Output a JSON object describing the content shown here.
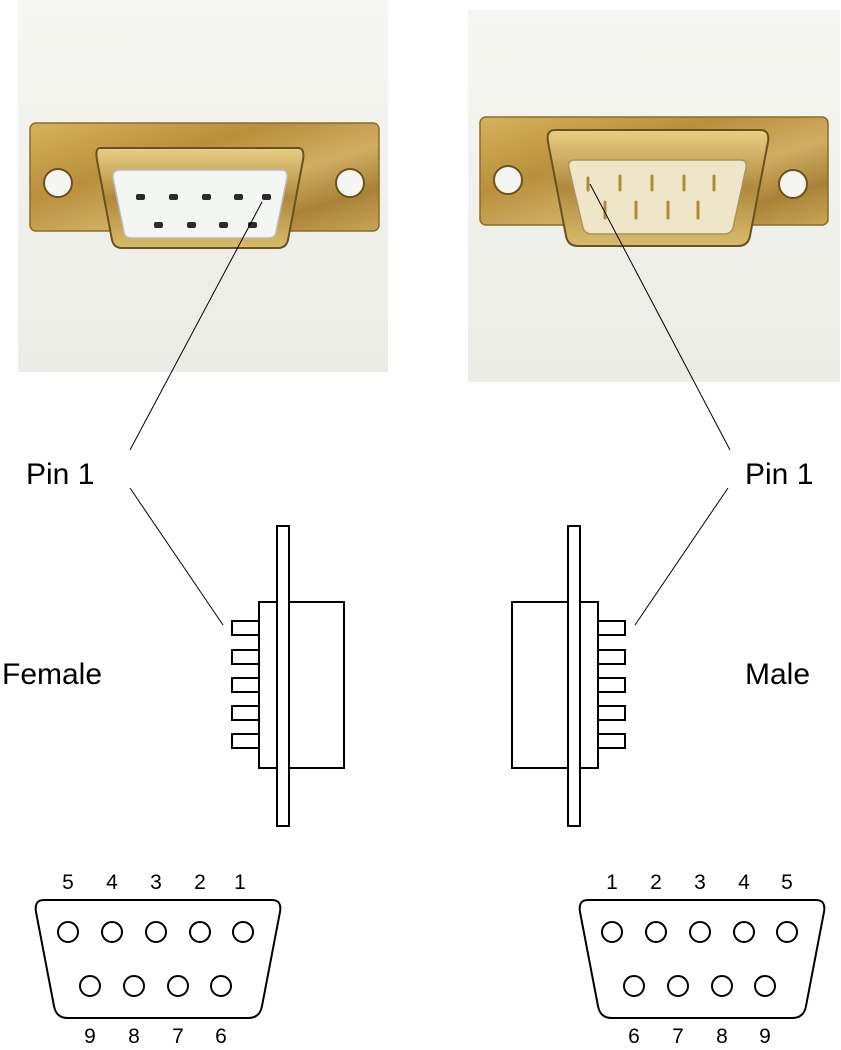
{
  "female": {
    "pin_callout": "Pin 1",
    "gender_label": "Female",
    "top_row_numbers": [
      "5",
      "4",
      "3",
      "2",
      "1"
    ],
    "bottom_row_numbers": [
      "9",
      "8",
      "7",
      "6"
    ]
  },
  "male": {
    "pin_callout": "Pin 1",
    "gender_label": "Male",
    "top_row_numbers": [
      "1",
      "2",
      "3",
      "4",
      "5"
    ],
    "bottom_row_numbers": [
      "6",
      "7",
      "8",
      "9"
    ]
  },
  "colors": {
    "photo_background": "#f2f2ee",
    "shell_metal": "#c8a24a",
    "insulator_female": "#f4f6f4",
    "insulator_male": "#efe5c8",
    "pin_gold": "#c49a3a",
    "line": "#000000"
  }
}
